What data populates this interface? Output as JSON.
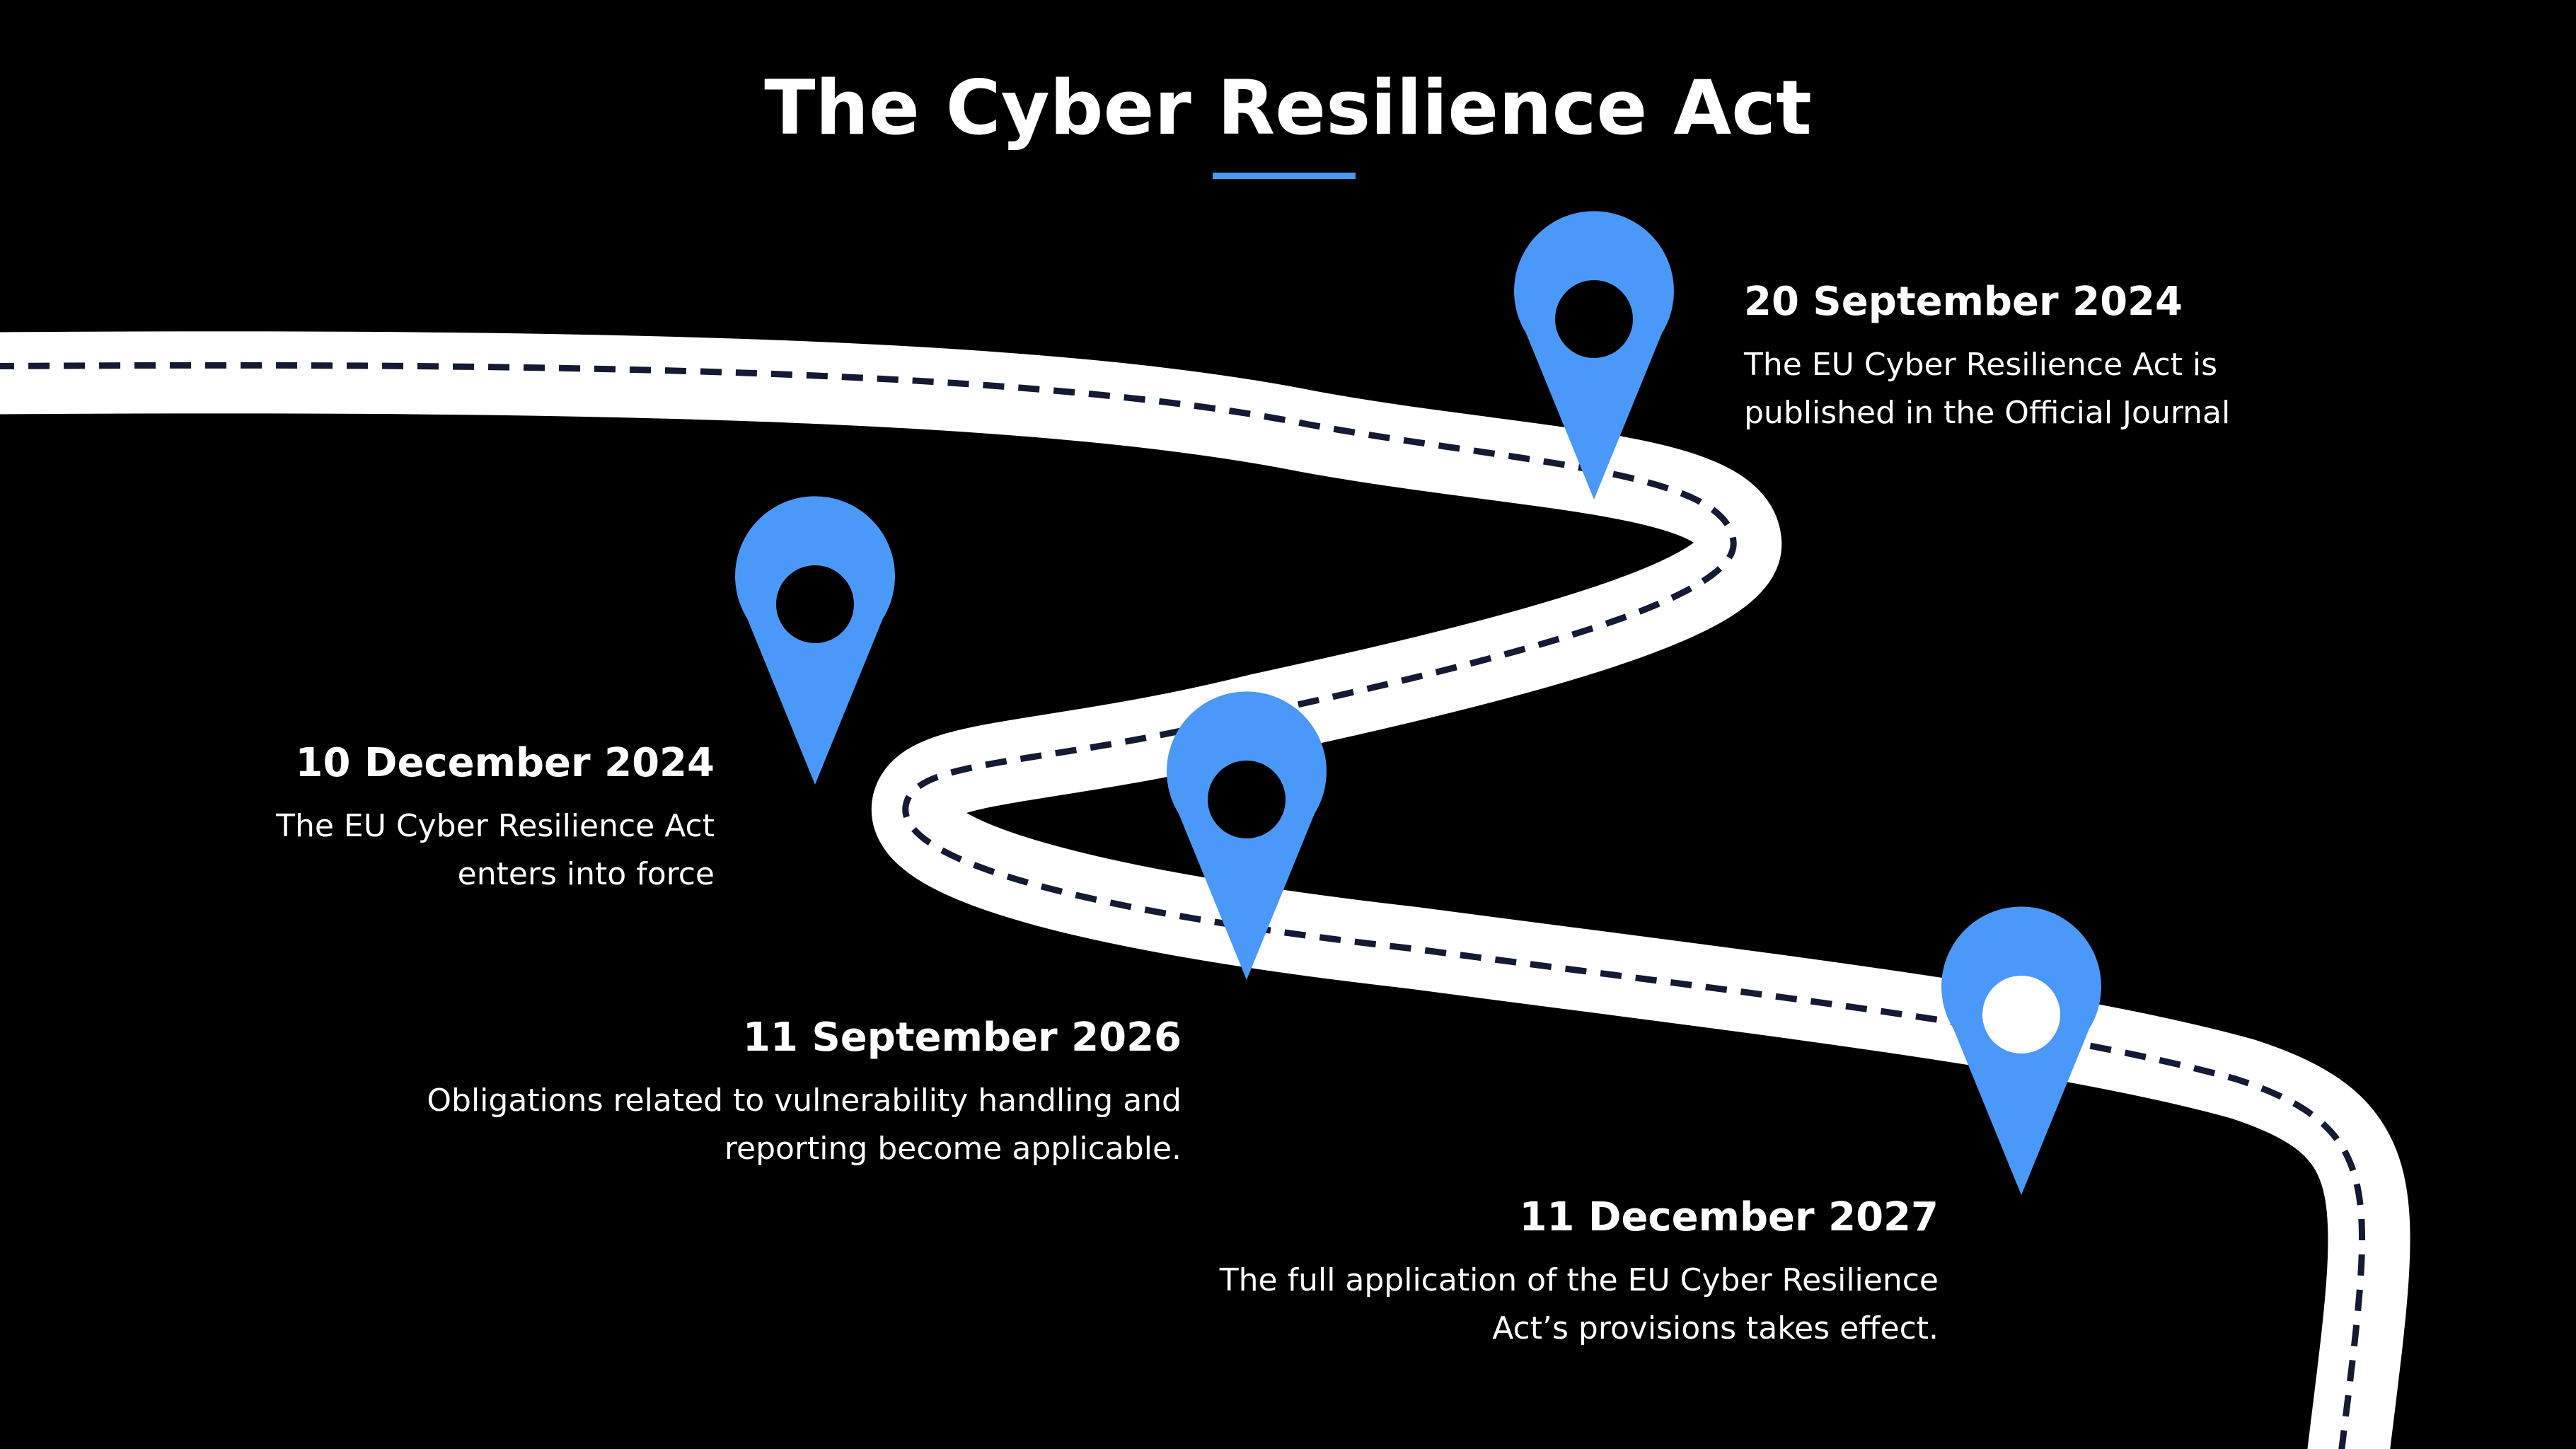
{
  "title": "The Cyber Resilience Act",
  "colors": {
    "background": "#000000",
    "road": "#ffffff",
    "road_dash": "#141a33",
    "accent": "#4a98f7",
    "text": "#ffffff"
  },
  "icons": {
    "milestone_marker": "map-pin-icon"
  },
  "milestones": [
    {
      "date": "20 September 2024",
      "description_lines": [
        "The EU Cyber Resilience Act is",
        "published in the Official Journal"
      ]
    },
    {
      "date": "10 December 2024",
      "description_lines": [
        "The EU Cyber Resilience Act",
        "enters into force"
      ]
    },
    {
      "date": "11 September 2026",
      "description_lines": [
        "Obligations related to vulnerability handling and",
        "reporting become applicable."
      ]
    },
    {
      "date": "11 December 2027",
      "description_lines": [
        "The full application of the EU Cyber Resilience",
        "Act’s provisions takes effect."
      ]
    }
  ]
}
